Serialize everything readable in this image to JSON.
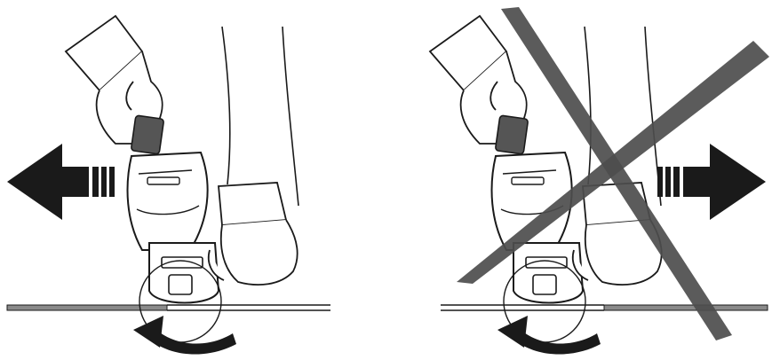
{
  "illustration": {
    "panels": [
      {
        "id": "correct",
        "cut_direction": "left",
        "rotation": "counterclockwise",
        "crossed_out": false
      },
      {
        "id": "incorrect",
        "cut_direction": "right",
        "rotation": "counterclockwise",
        "crossed_out": true
      }
    ],
    "colors": {
      "line": "#1a1a1a",
      "arrow_fill": "#1a1a1a",
      "handle": "#555555",
      "plate": "#8a8a8a",
      "cross": "#4d4d4d"
    },
    "icons": [
      "direction-arrow-icon",
      "rotation-arrow-icon",
      "cross-out-icon",
      "angle-grinder-icon",
      "gloved-hand-icon"
    ]
  }
}
